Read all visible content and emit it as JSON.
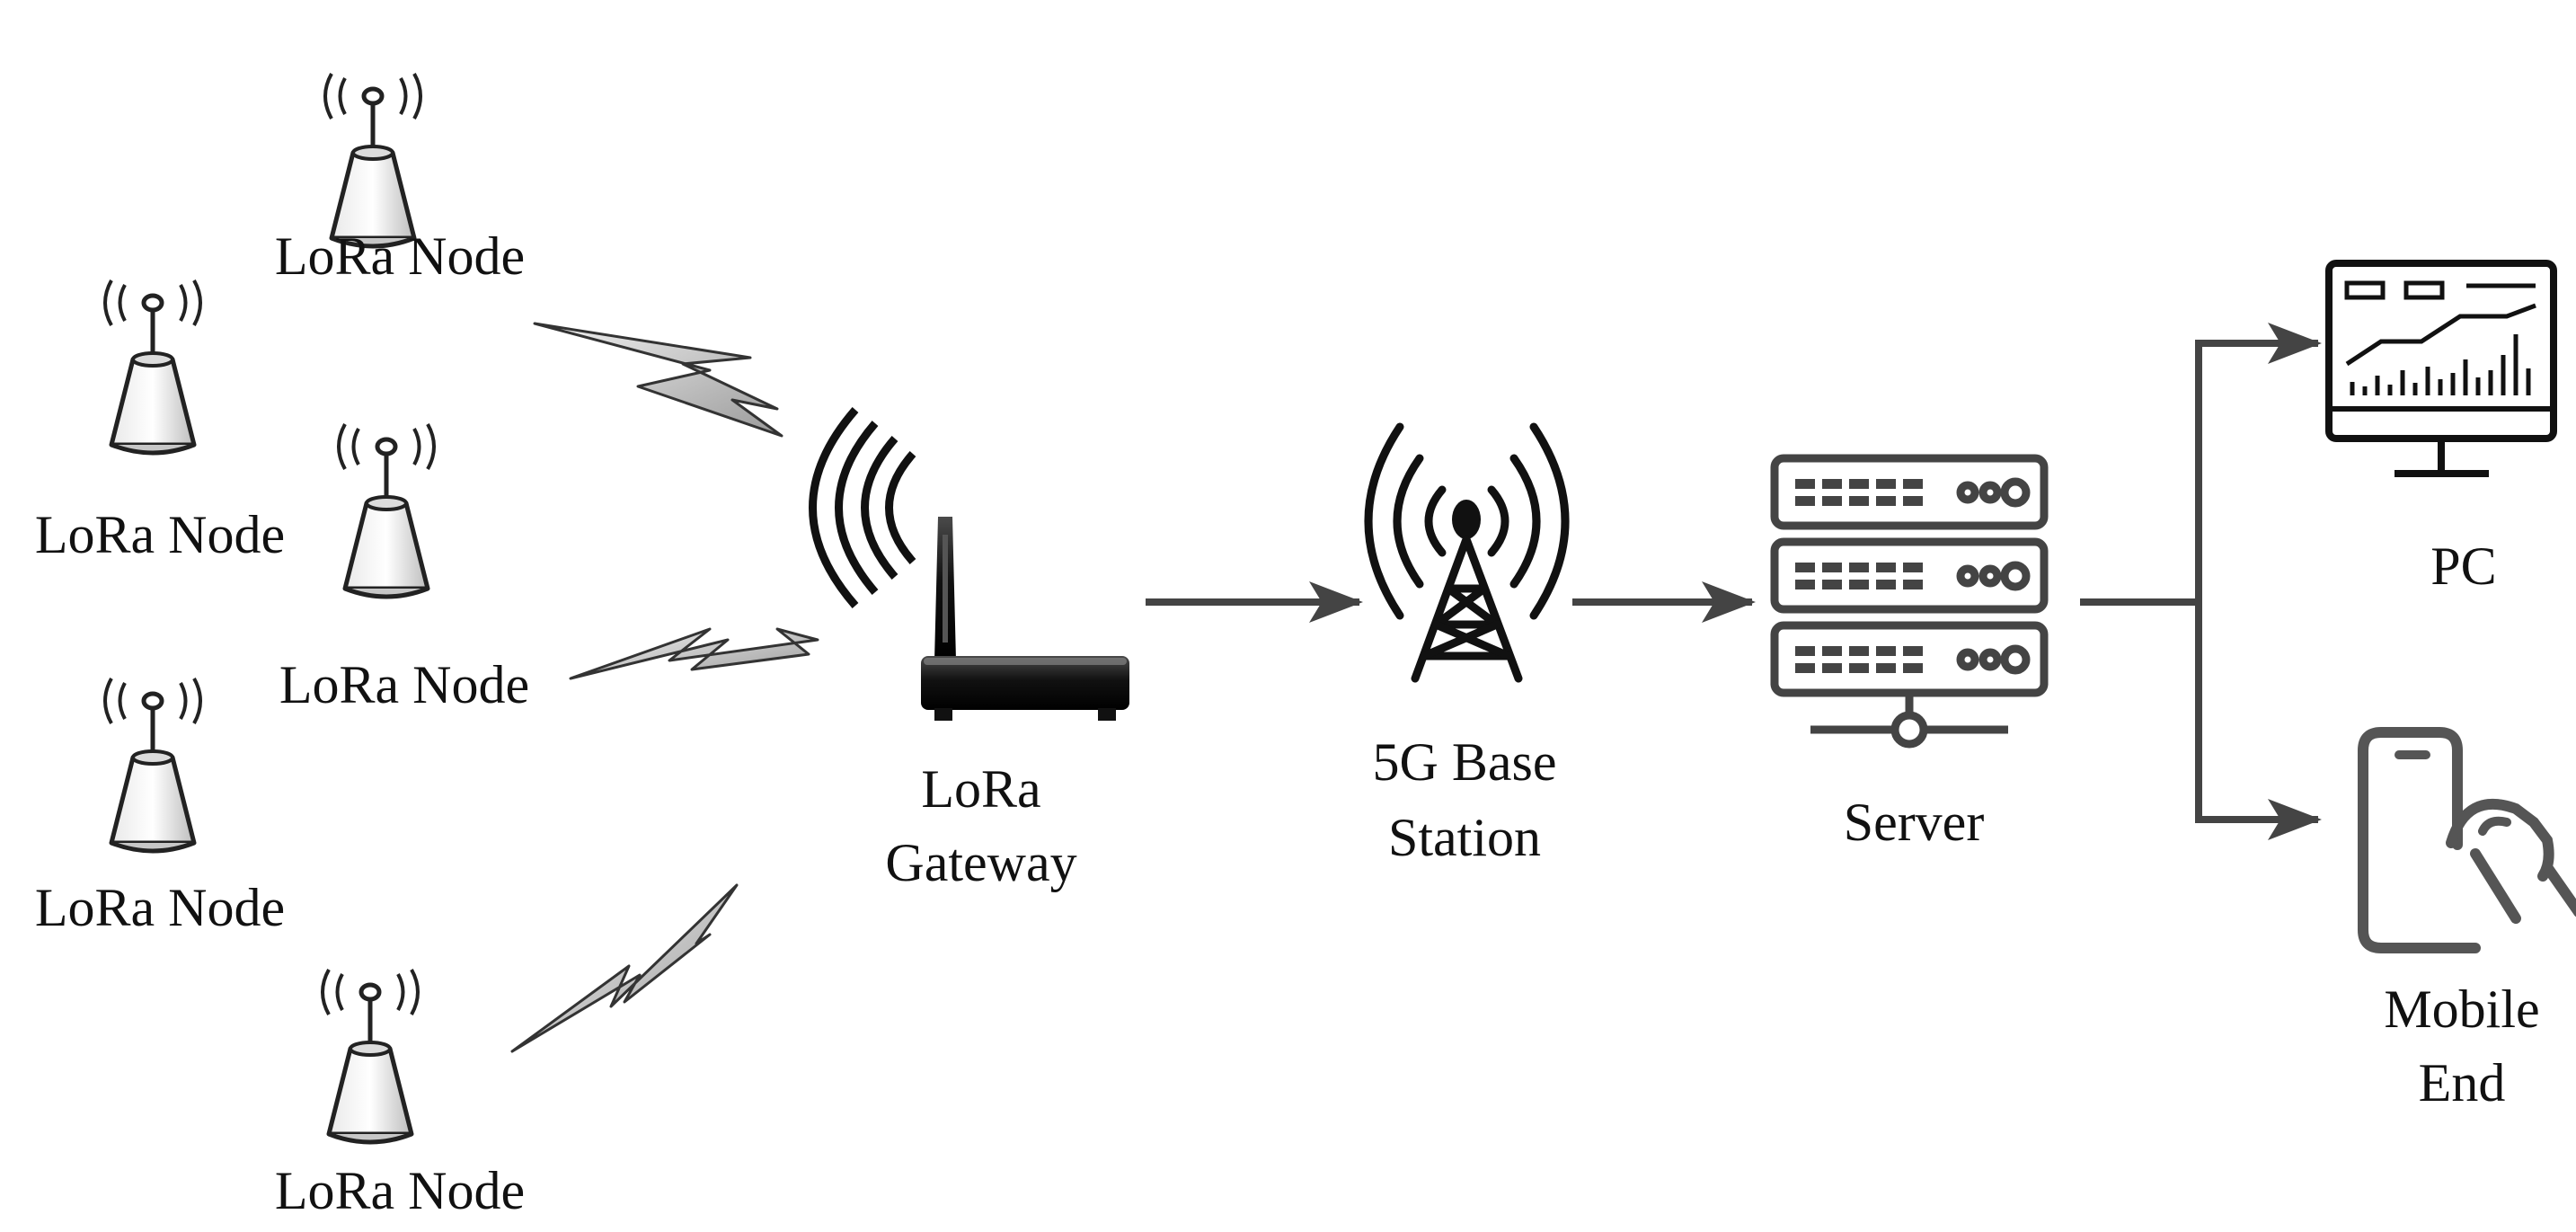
{
  "nodes": [
    {
      "label": "LoRa Node"
    },
    {
      "label": "LoRa Node"
    },
    {
      "label": "LoRa Node"
    },
    {
      "label": "LoRa Node"
    },
    {
      "label": "LoRa Node"
    }
  ],
  "gateway": {
    "label_lines": [
      "LoRa",
      "Gateway"
    ]
  },
  "base_station": {
    "label_lines": [
      "5G Base",
      "Station"
    ]
  },
  "server": {
    "label": "Server"
  },
  "pc": {
    "label": "PC"
  },
  "mobile": {
    "label_lines": [
      "Mobile",
      "End"
    ]
  },
  "icons": {
    "node": "antenna-node-icon",
    "link": "lightning-bolt-icon",
    "gateway": "router-icon",
    "base_station": "cell-tower-icon",
    "server": "server-rack-icon",
    "pc": "monitor-chart-icon",
    "mobile": "smartphone-touch-icon"
  },
  "colors": {
    "line": "#444444",
    "icon": "#555555",
    "bolt_fill": "#cfcfcf"
  }
}
